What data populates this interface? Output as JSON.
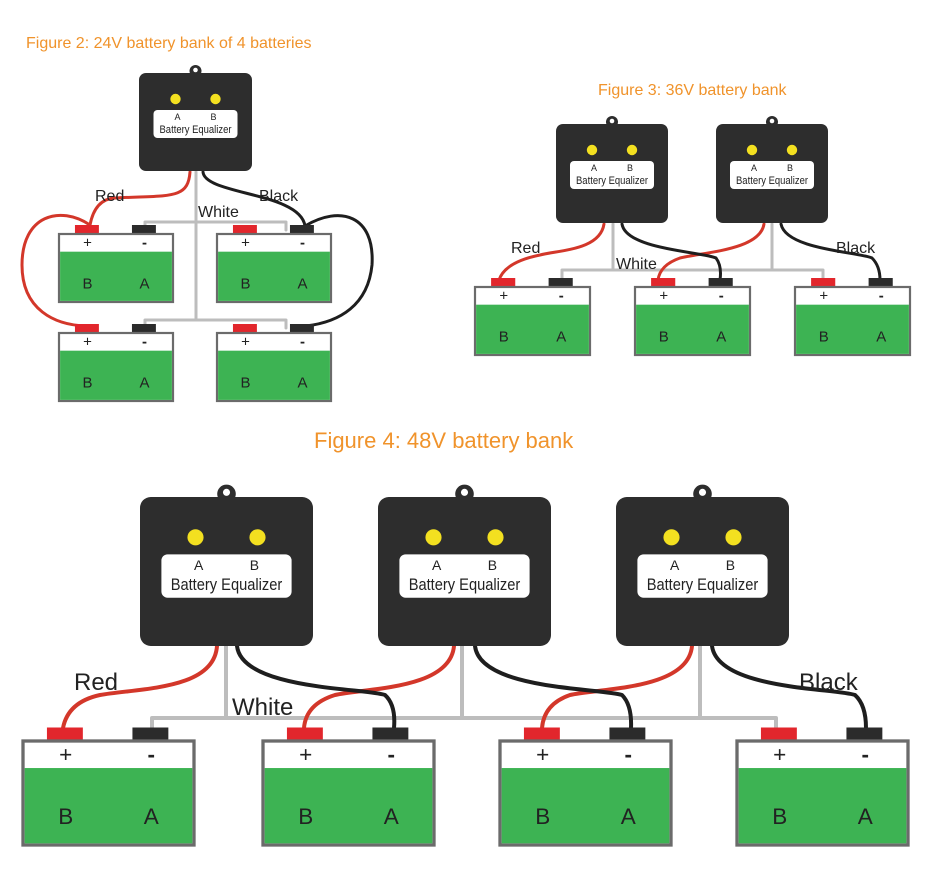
{
  "figures": {
    "fig2": {
      "title": "Figure 2: 24V battery bank of 4 batteries"
    },
    "fig3": {
      "title": "Figure 3: 36V battery bank"
    },
    "fig4": {
      "title": "Figure 4: 48V battery bank"
    }
  },
  "equalizer": {
    "label": "Battery Equalizer",
    "led_a": "A",
    "led_b": "B"
  },
  "battery": {
    "plus": "+",
    "minus": "-",
    "label_b": "B",
    "label_a": "A"
  },
  "wires": {
    "red": "Red",
    "black": "Black",
    "white": "White"
  },
  "colors": {
    "title": "#f0932b",
    "equalizer_body": "#2d2d2d",
    "led": "#f3e020",
    "battery_fill": "#3db353",
    "battery_border": "#6b6b6b",
    "red_wire": "#d3372a",
    "black_wire": "#1e1e1e",
    "white_wire": "#bdbdbd",
    "pos_terminal": "#e2262c",
    "neg_terminal": "#2b2b2b"
  }
}
